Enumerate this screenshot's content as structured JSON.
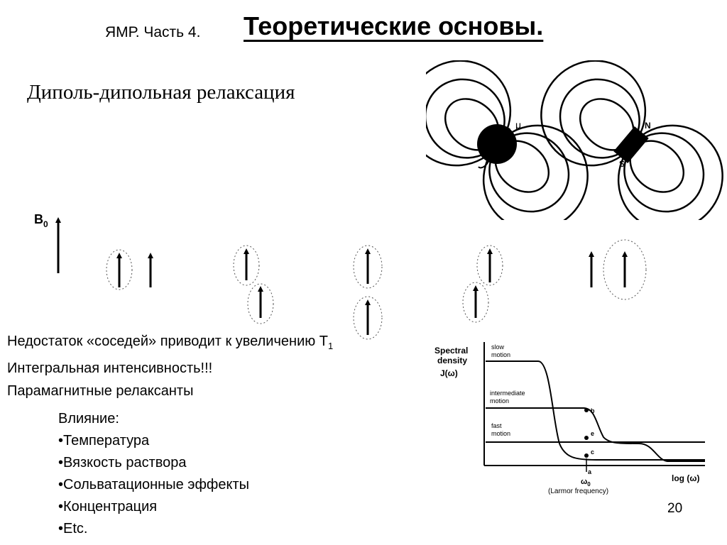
{
  "header": {
    "prefix": "ЯМР. Часть 4.",
    "title": "Теоретические основы."
  },
  "subtitle": "Диполь-дипольная релаксация",
  "diagram": {
    "b0_label": "B",
    "b0_sub": "0",
    "mu_label": "μ",
    "n_label": "N",
    "s_label": "S"
  },
  "text_lines": {
    "line1": "Недостаток «соседей» приводит к увеличению T",
    "line1_sub": "1",
    "line2": "Интегральная интенсивность!!!",
    "line3": "Парамагнитные релаксанты"
  },
  "influence": {
    "heading": "Влияние:",
    "items": [
      "•Температура",
      "•Вязкость раствора",
      "•Сольватационные эффекты",
      "•Концентрация",
      "•Etc."
    ]
  },
  "spectral": {
    "ylabel_lines": [
      "Spectral",
      "density",
      "J(ω)"
    ],
    "xlabel": "log (ω)",
    "omega": "ω",
    "omega_sub": "0",
    "larmor": "(Larmor  frequency)",
    "curves": [
      {
        "label_lines": [
          "slow",
          "motion"
        ],
        "point": "a"
      },
      {
        "label_lines": [
          "intermediate",
          "motion"
        ],
        "point": "b"
      },
      {
        "label_lines": [
          "fast",
          "motion"
        ],
        "point": "c"
      }
    ],
    "extra_point": "e"
  },
  "page_number": "20"
}
